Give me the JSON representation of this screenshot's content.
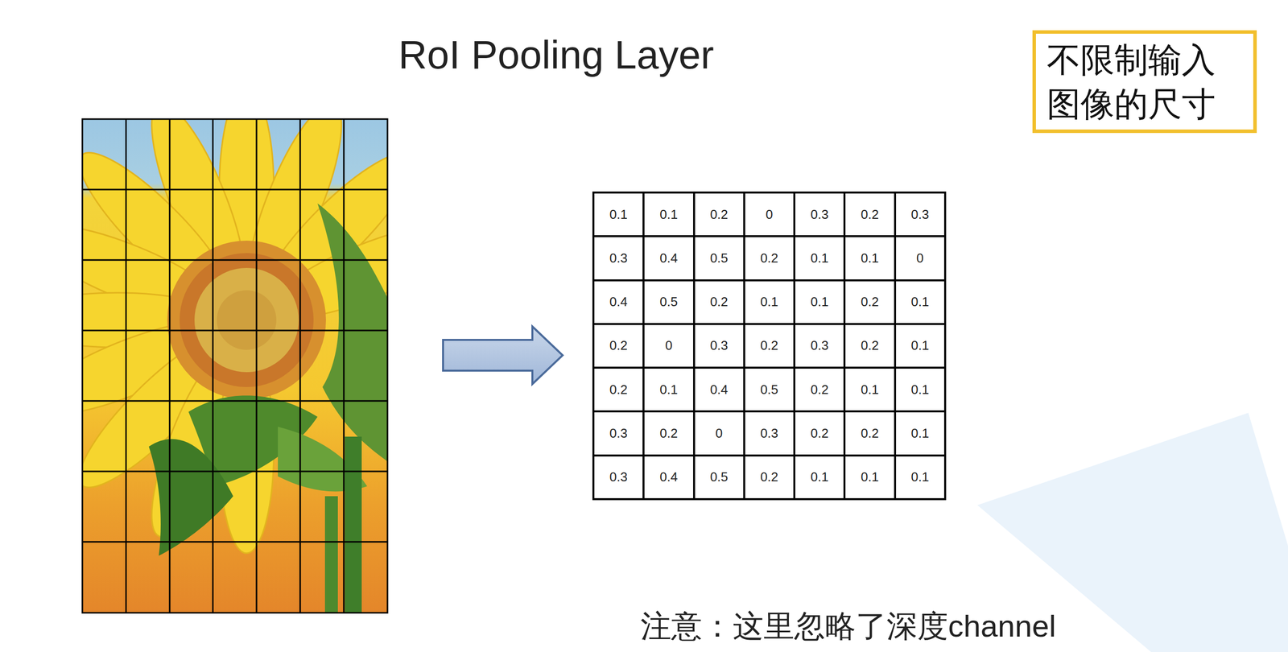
{
  "diagram": {
    "title": "RoI Pooling Layer",
    "nodes": [
      {
        "text": [
          "不限制输入 图像的尺寸"
        ]
      }
    ],
    "labels": [
      "0.1",
      "0.1",
      "0.2",
      "0",
      "0.3",
      "0.2",
      "0.3",
      "0.3",
      "0.4",
      "0.5",
      "0.2",
      "0.1",
      "0.1",
      "0",
      "0.4",
      "0.5",
      "0.2",
      "0.1",
      "0.1",
      "0.2",
      "0.1",
      "0.2",
      "0",
      "0.3",
      "0.2",
      "0.3",
      "0.2",
      "0.1",
      "0.2",
      "0.1",
      "0.4",
      "0.5",
      "0.2",
      "0.1",
      "0.1",
      "0.3",
      "0.2",
      "0",
      "0.3",
      "0.2",
      "0.2",
      "0.1",
      "0.3",
      "0.4",
      "0.5",
      "0.2",
      "0.1",
      "0.1",
      "0.1",
      "注意：这里忽略了深度channel"
    ]
  }
}
